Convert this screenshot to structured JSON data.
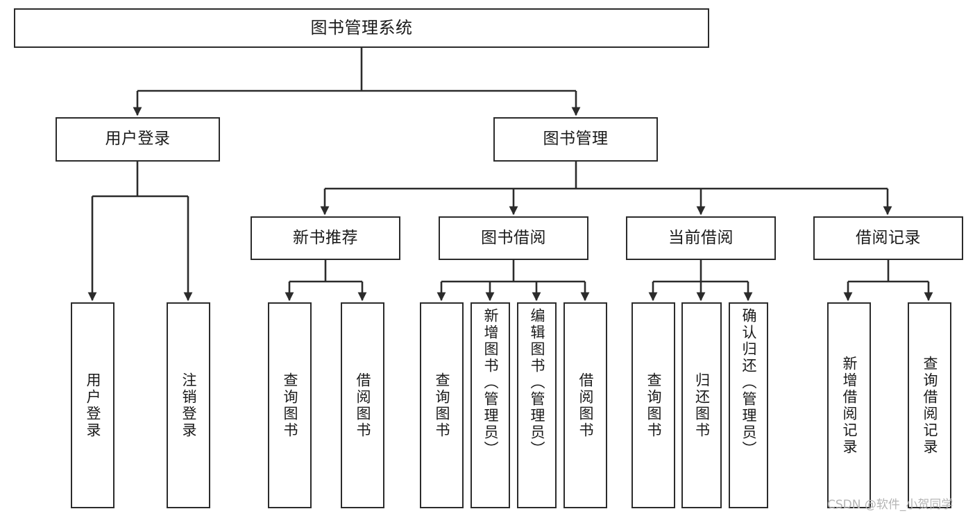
{
  "diagram": {
    "title": "图书管理系统",
    "type": "功能结构图",
    "watermark": "CSDN @软件_小贺同学",
    "colors": {
      "box_border": "#2b2b2b",
      "box_fill": "#ffffff",
      "edge": "#2b2b2b",
      "text": "#1a1a1a",
      "watermark": "#b4b4b4",
      "background": "#ffffff"
    },
    "nodes": {
      "root": {
        "label": "图书管理系统"
      },
      "level2": [
        {
          "id": "user-login",
          "label": "用户登录"
        },
        {
          "id": "book-manage",
          "label": "图书管理"
        }
      ],
      "level3": [
        {
          "id": "new-book-recommend",
          "label": "新书推荐"
        },
        {
          "id": "book-borrow",
          "label": "图书借阅"
        },
        {
          "id": "current-borrow",
          "label": "当前借阅"
        },
        {
          "id": "borrow-record",
          "label": "借阅记录"
        }
      ],
      "leaves": [
        {
          "id": "leaf-user-login",
          "label": "用户登录"
        },
        {
          "id": "leaf-logout-login",
          "label": "注销登录"
        },
        {
          "id": "leaf-query-book-1",
          "label": "查询图书"
        },
        {
          "id": "leaf-borrow-book-1",
          "label": "借阅图书"
        },
        {
          "id": "leaf-query-book-2",
          "label": "查询图书"
        },
        {
          "id": "leaf-add-book",
          "label": "新增图书（管理员）"
        },
        {
          "id": "leaf-edit-book",
          "label": "编辑图书（管理员）"
        },
        {
          "id": "leaf-borrow-book-2",
          "label": "借阅图书"
        },
        {
          "id": "leaf-query-book-3",
          "label": "查询图书"
        },
        {
          "id": "leaf-return-book",
          "label": "归还图书"
        },
        {
          "id": "leaf-confirm-return",
          "label": "确认归还（管理员）"
        },
        {
          "id": "leaf-add-record",
          "label": "新增借阅记录"
        },
        {
          "id": "leaf-query-record",
          "label": "查询借阅记录"
        }
      ]
    },
    "edges": [
      {
        "from": "root",
        "to": "user-login"
      },
      {
        "from": "root",
        "to": "book-manage"
      },
      {
        "from": "user-login",
        "to": "leaf-user-login"
      },
      {
        "from": "user-login",
        "to": "leaf-logout-login"
      },
      {
        "from": "book-manage",
        "to": "new-book-recommend"
      },
      {
        "from": "book-manage",
        "to": "book-borrow"
      },
      {
        "from": "book-manage",
        "to": "current-borrow"
      },
      {
        "from": "book-manage",
        "to": "borrow-record"
      },
      {
        "from": "new-book-recommend",
        "to": "leaf-query-book-1"
      },
      {
        "from": "new-book-recommend",
        "to": "leaf-borrow-book-1"
      },
      {
        "from": "book-borrow",
        "to": "leaf-query-book-2"
      },
      {
        "from": "book-borrow",
        "to": "leaf-add-book"
      },
      {
        "from": "book-borrow",
        "to": "leaf-edit-book"
      },
      {
        "from": "book-borrow",
        "to": "leaf-borrow-book-2"
      },
      {
        "from": "current-borrow",
        "to": "leaf-query-book-3"
      },
      {
        "from": "current-borrow",
        "to": "leaf-return-book"
      },
      {
        "from": "current-borrow",
        "to": "leaf-confirm-return"
      },
      {
        "from": "borrow-record",
        "to": "leaf-add-record"
      },
      {
        "from": "borrow-record",
        "to": "leaf-query-record"
      }
    ]
  }
}
